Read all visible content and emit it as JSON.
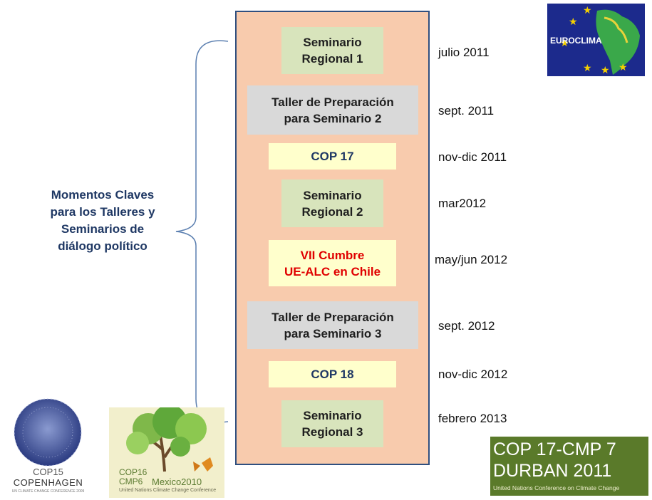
{
  "side_label": [
    "Momentos Claves",
    "para los Talleres y",
    "Seminarios de",
    "diálogo político"
  ],
  "steps": [
    {
      "lines": [
        "Seminario",
        "Regional 1"
      ],
      "date": "julio 2011"
    },
    {
      "lines": [
        "Taller de Preparación",
        "para Seminario 2"
      ],
      "date": "sept. 2011"
    },
    {
      "lines": [
        "COP 17"
      ],
      "date": "nov-dic 2011"
    },
    {
      "lines": [
        "Seminario",
        "Regional 2"
      ],
      "date": "mar2012"
    },
    {
      "lines": [
        "VII Cumbre",
        "UE-ALC en Chile"
      ],
      "date": "may/jun 2012"
    },
    {
      "lines": [
        "Taller de Preparación",
        "para Seminario 3"
      ],
      "date": "sept. 2012"
    },
    {
      "lines": [
        "COP 18"
      ],
      "date": "nov-dic 2012"
    },
    {
      "lines": [
        "Seminario",
        "Regional 3"
      ],
      "date": "febrero 2013"
    }
  ],
  "logos": {
    "euroclima": {
      "text": "EUROCLIMA"
    },
    "cop15": {
      "line1": "COP15",
      "line2": "COPENHAGEN",
      "line3": "UN CLIMATE CHANGE CONFERENCE 2009"
    },
    "cop16": {
      "line1": "COP16",
      "line2": "CMP6",
      "line3": "Mexico2010",
      "line4": "United Nations Climate Change Conference"
    },
    "cop17": {
      "line1": "COP 17-CMP 7",
      "line2": "DURBAN 2011",
      "line3": "United Nations Conference on Climate Change"
    }
  },
  "colors": {
    "panel": "#f8cbad",
    "seminar": "#d8e4bc",
    "taller": "#d9d9d9",
    "cop": "#ffffcc",
    "label_blue": "#1f3864",
    "cumbre_red": "#e00000"
  }
}
